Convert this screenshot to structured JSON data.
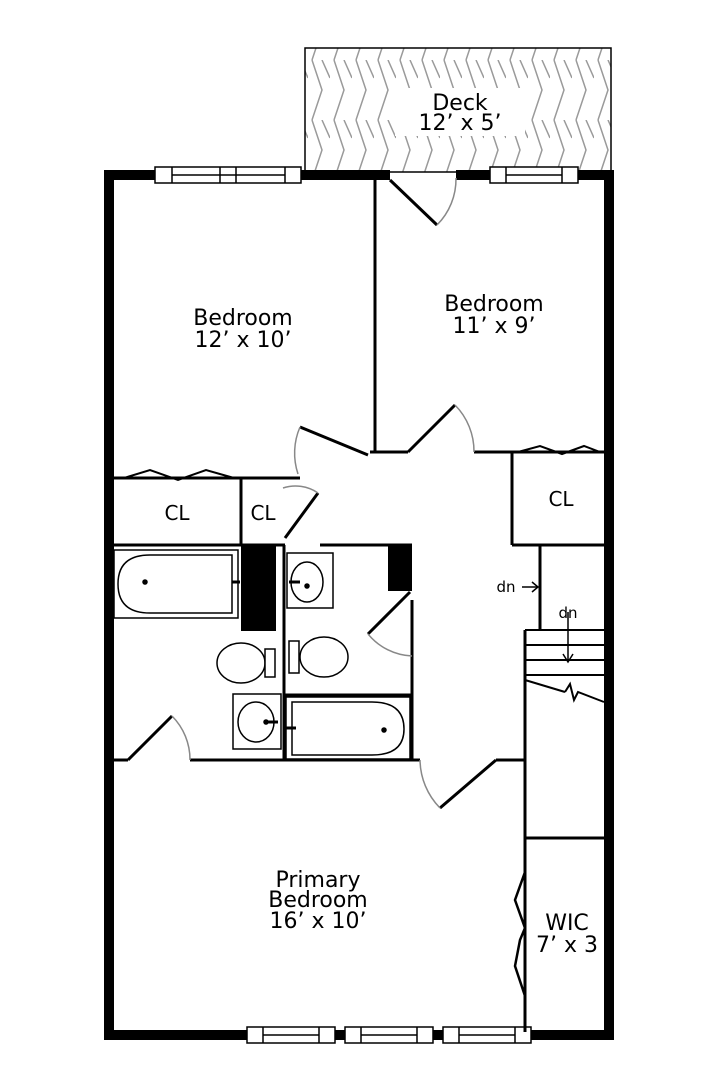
{
  "rooms": {
    "deck": {
      "name": "Deck",
      "size": "12’ x 5’"
    },
    "bedroom_left": {
      "name": "Bedroom",
      "size": "12’ x 10’"
    },
    "bedroom_right": {
      "name": "Bedroom",
      "size": "11’ x 9’"
    },
    "closet_1": {
      "name": "CL"
    },
    "closet_2": {
      "name": "CL"
    },
    "closet_3": {
      "name": "CL"
    },
    "primary_bedroom": {
      "line1": "Primary",
      "line2": "Bedroom",
      "size": "16’ x 10’"
    },
    "wic": {
      "name": "WIC",
      "size": "7’ x 3"
    }
  },
  "stairs": {
    "down_label_hall": "dn",
    "down_label_stair": "dn"
  },
  "colors": {
    "wall": "#000000",
    "fixture_line": "#000000",
    "door_swing": "#888888",
    "background": "#ffffff"
  }
}
